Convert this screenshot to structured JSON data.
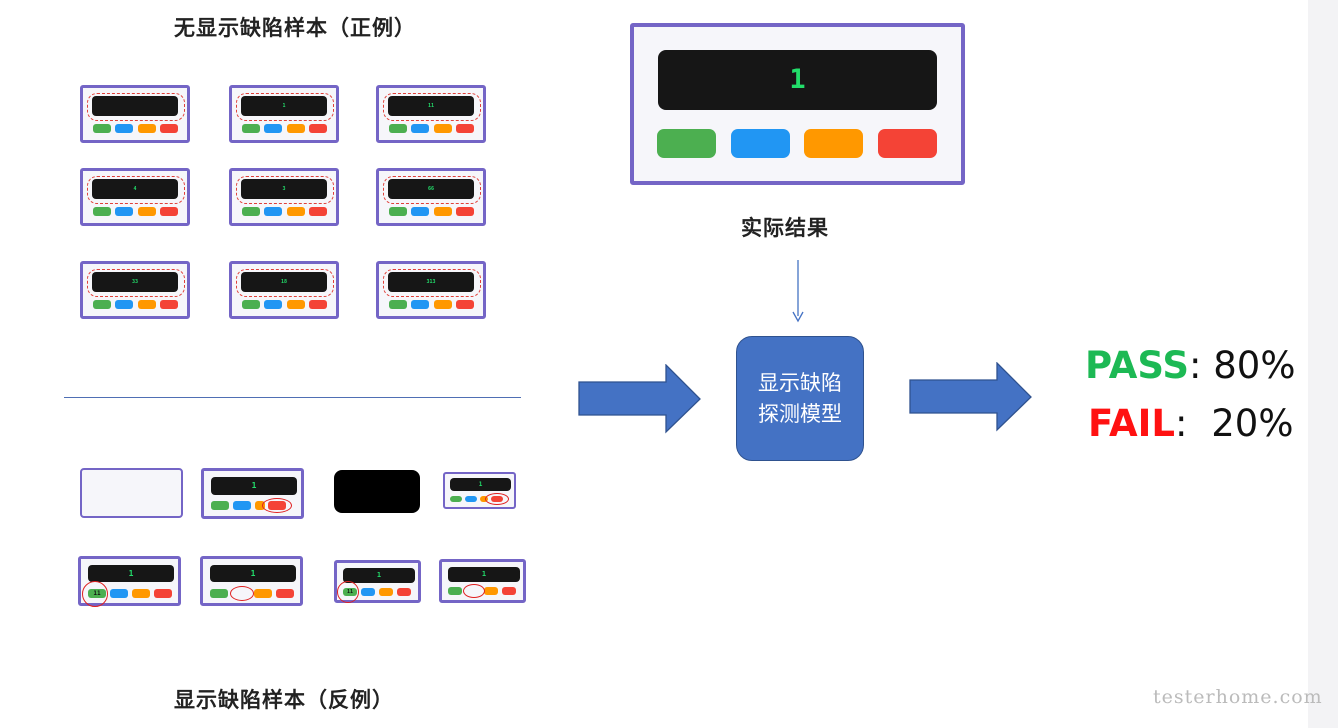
{
  "headings": {
    "positive": "无显示缺陷样本（正例）",
    "negative": "显示缺陷样本（反例）",
    "actual": "实际结果"
  },
  "model": {
    "label": "显示缺陷探测模型"
  },
  "big_card": {
    "screen": "1",
    "button_colors": [
      "#4caf50",
      "#2196f3",
      "#ff9800",
      "#f44336"
    ]
  },
  "positive_samples": [
    "",
    "1",
    "11",
    "4",
    "3",
    "66",
    "33",
    "18",
    "313"
  ],
  "negative_samples": {
    "row1_screen": "1",
    "row2": [
      {
        "screen": "1",
        "button_text": "11"
      },
      {
        "screen": "1"
      },
      {
        "screen": "1",
        "button_text": "11"
      },
      {
        "screen": "1"
      }
    ]
  },
  "results": {
    "pass": {
      "label": "PASS",
      "sep": ":",
      "value": "80%",
      "color": "#1db954"
    },
    "fail": {
      "label": "FAIL",
      "sep": ":",
      "value": "20%",
      "color": "#ff1111"
    }
  },
  "watermark": "testerhome.com"
}
